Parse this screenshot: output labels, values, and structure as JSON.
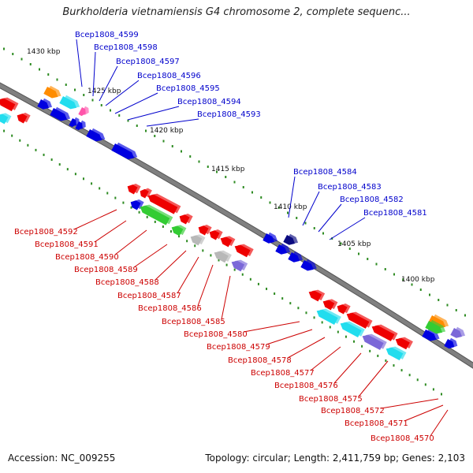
{
  "title": "Burkholderia vietnamiensis G4 chromosome 2, complete sequenc...",
  "footer": {
    "accession": "Accession: NC_009255",
    "topology": "Topology: circular; Length: 2,411,759 bp; Genes: 2,103"
  },
  "colors": {
    "backbone": "#808080",
    "tick": "#2e8b22",
    "label_forward": "#0000cc",
    "label_reverse": "#cc0000",
    "red": "#ee0000",
    "blue": "#0000e0",
    "darkblue": "#0a0a80",
    "green": "#33cc33",
    "cyan": "#22ddee",
    "orange": "#ff8c00",
    "gray": "#b8b8b8",
    "purple": "#7b68d8",
    "pink": "#ff55aa"
  },
  "kbp_labels": [
    "1430 kbp",
    "1425 kbp",
    "1420 kbp",
    "1415 kbp",
    "1410 kbp",
    "1405 kbp",
    "1400 kbp"
  ],
  "forward_labels": [
    "Bcep1808_4599",
    "Bcep1808_4598",
    "Bcep1808_4597",
    "Bcep1808_4596",
    "Bcep1808_4595",
    "Bcep1808_4594",
    "Bcep1808_4593",
    "Bcep1808_4584",
    "Bcep1808_4583",
    "Bcep1808_4582",
    "Bcep1808_4581"
  ],
  "reverse_labels": [
    "Bcep1808_4592",
    "Bcep1808_4591",
    "Bcep1808_4590",
    "Bcep1808_4589",
    "Bcep1808_4588",
    "Bcep1808_4587",
    "Bcep1808_4586",
    "Bcep1808_4585",
    "Bcep1808_4580",
    "Bcep1808_4579",
    "Bcep1808_4578",
    "Bcep1808_4577",
    "Bcep1808_4576",
    "Bcep1808_4575",
    "Bcep1808_4572",
    "Bcep1808_4571",
    "Bcep1808_4570"
  ]
}
